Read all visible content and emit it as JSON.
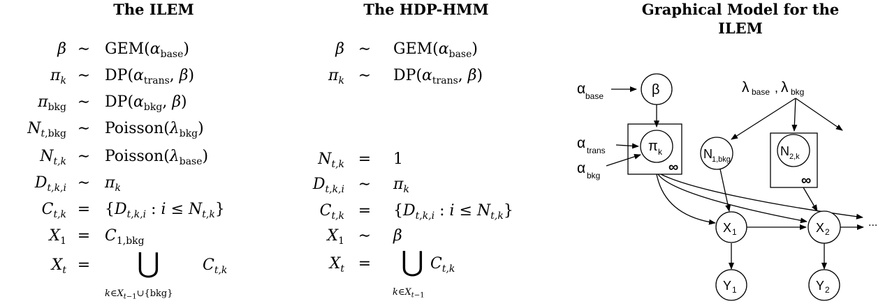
{
  "titles": {
    "ilem": "The ILEM",
    "hdp": "The HDP-HMM",
    "graph_line1": "Graphical Model for the",
    "graph_line2": "ILEM"
  },
  "relations": {
    "sim": "∼",
    "eq": "=",
    "union": "⋃"
  },
  "ilem_rows": [
    {
      "lhs": "β",
      "rel": "∼",
      "rhs": "GEM",
      "arg": "base"
    },
    {
      "lhs": "π",
      "lsub": "k",
      "rel": "∼",
      "rhs": "DP",
      "arg": "trans"
    },
    {
      "lhs": "π",
      "lsub": "bkg",
      "rel": "∼",
      "rhs": "DP",
      "arg": "bkg"
    },
    {
      "lhs": "N",
      "lsub": "t,bkg",
      "rel": "∼",
      "rhs": "Poisson",
      "arg": "bkg"
    },
    {
      "lhs": "N",
      "lsub": "t,k",
      "rel": "∼",
      "rhs": "Poisson",
      "arg": "base"
    },
    {
      "lhs": "D",
      "lsub": "t,k,i",
      "rel": "∼",
      "rhs": "π",
      "arg": "k"
    },
    {
      "lhs": "C",
      "lsub": "t,k",
      "rel": "=",
      "rhs": "set"
    },
    {
      "lhs": "X",
      "lsub": "1",
      "rel": "=",
      "rhs": "C",
      "arg": "1,bkg"
    },
    {
      "lhs": "X",
      "lsub": "t",
      "rel": "=",
      "rhs": "union",
      "under": "k∈X_{t−1}∪{bkg}",
      "arg": "t,k"
    }
  ],
  "hdp_rows": [
    {
      "lhs": "β",
      "rel": "∼",
      "rhs": "GEM",
      "arg": "base"
    },
    {
      "lhs": "π",
      "lsub": "k",
      "rel": "∼",
      "rhs": "DP",
      "arg": "trans"
    },
    {
      "lhs": "N",
      "lsub": "t,k",
      "rel": "=",
      "rhs": "1"
    },
    {
      "lhs": "D",
      "lsub": "t,k,i",
      "rel": "∼",
      "rhs": "π",
      "arg": "k"
    },
    {
      "lhs": "C",
      "lsub": "t,k",
      "rel": "=",
      "rhs": "set"
    },
    {
      "lhs": "X",
      "lsub": "1",
      "rel": "∼",
      "rhs": "β"
    },
    {
      "lhs": "X",
      "lsub": "t",
      "rel": "=",
      "rhs": "union",
      "under": "k∈X_{t−1}",
      "arg": "t,k"
    }
  ],
  "graph": {
    "nodes": {
      "beta": "β",
      "pi": "π",
      "pi_sub": "k",
      "n1": "N",
      "n1_sub": "1,bkg",
      "n2": "N",
      "n2_sub": "2,k",
      "x1": "X",
      "x1_sub": "1",
      "x2": "X",
      "x2_sub": "2",
      "y1": "Y",
      "y1_sub": "1",
      "y2": "Y",
      "y2_sub": "2"
    },
    "labels": {
      "alpha": "α",
      "base": "base",
      "trans": "trans",
      "bkg": "bkg",
      "lambda": "λ",
      "comma": ",",
      "infinity": "∞",
      "ellipsis": "..."
    }
  }
}
